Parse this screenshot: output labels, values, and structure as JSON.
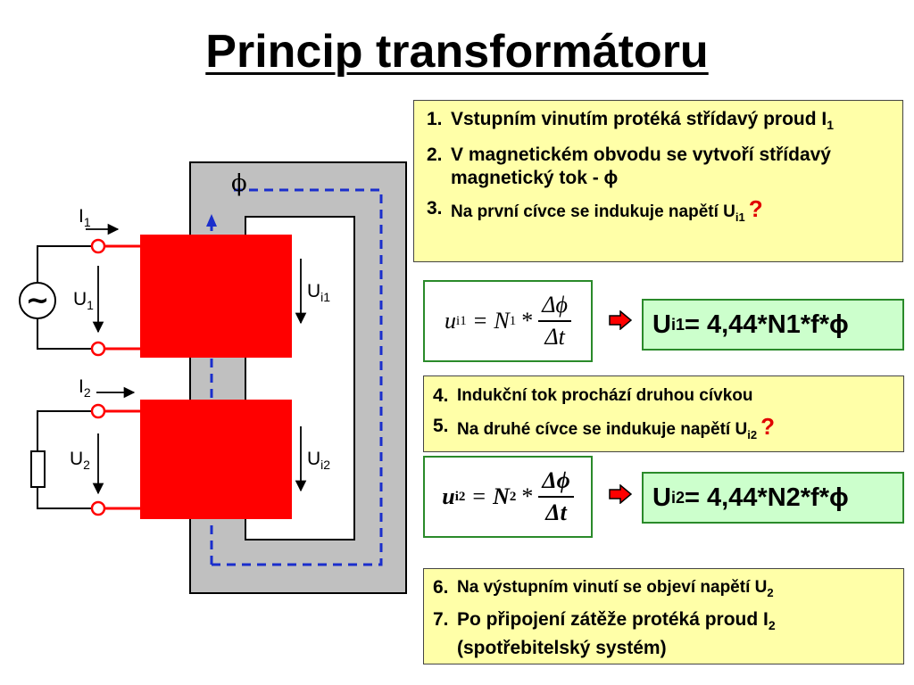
{
  "title": "Princip transformátoru",
  "diagram": {
    "flux_symbol": "ϕ",
    "source_symbol": "~",
    "labels": {
      "i1": {
        "main": "I",
        "sub": "1"
      },
      "u1": {
        "main": "U",
        "sub": "1"
      },
      "ui1": {
        "main": "U",
        "sub": "i1"
      },
      "i2": {
        "main": "I",
        "sub": "2"
      },
      "u2": {
        "main": "U",
        "sub": "2"
      },
      "ui2": {
        "main": "U",
        "sub": "i2"
      }
    },
    "colors": {
      "core": "#c0c0c0",
      "coil": "#ff0000",
      "flux": "#1a2ecc",
      "wire": "#000000"
    }
  },
  "steps_a": [
    {
      "num": "1.",
      "text": "Vstupním vinutím protéká střídavý proud I",
      "sub": "1"
    },
    {
      "num": "2.",
      "text": "V magnetickém obvodu se vytvoří střídavý magnetický tok - ϕ"
    },
    {
      "num": "3.",
      "text": "Na první cívce se indukuje napětí U",
      "sub": "i1",
      "mark": "?"
    }
  ],
  "steps_b": [
    {
      "num": "4.",
      "text": "Indukční tok prochází druhou cívkou"
    },
    {
      "num": "5.",
      "text": "Na druhé cívce se indukuje napětí U",
      "sub": "i2",
      "mark": "?"
    }
  ],
  "steps_c": [
    {
      "num": "6.",
      "text": "Na výstupním vinutí se objeví napětí U",
      "sub": "2"
    },
    {
      "num": "7.",
      "text": "Po připojení zátěže protéká proud I",
      "sub": "2"
    },
    {
      "num": "",
      "text": "(spotřebitelský systém)"
    }
  ],
  "formula1": {
    "lhs": "u",
    "lhs_sub": "i1",
    "eq": "=",
    "N": "N",
    "N_sub": "1",
    "times": "*",
    "num": "Δϕ",
    "den": "Δt"
  },
  "formula2": {
    "lhs": "u",
    "lhs_sub": "i2",
    "eq": "=",
    "N": "N",
    "N_sub": "2",
    "times": "*",
    "num": "Δϕ",
    "den": "Δt"
  },
  "result1": {
    "lhs": "U",
    "sub": "i1",
    "rhs": " = 4,44*N1*f*ϕ"
  },
  "result2": {
    "lhs": "U",
    "sub": "i2",
    "rhs": " = 4,44*N2*f*ϕ"
  }
}
